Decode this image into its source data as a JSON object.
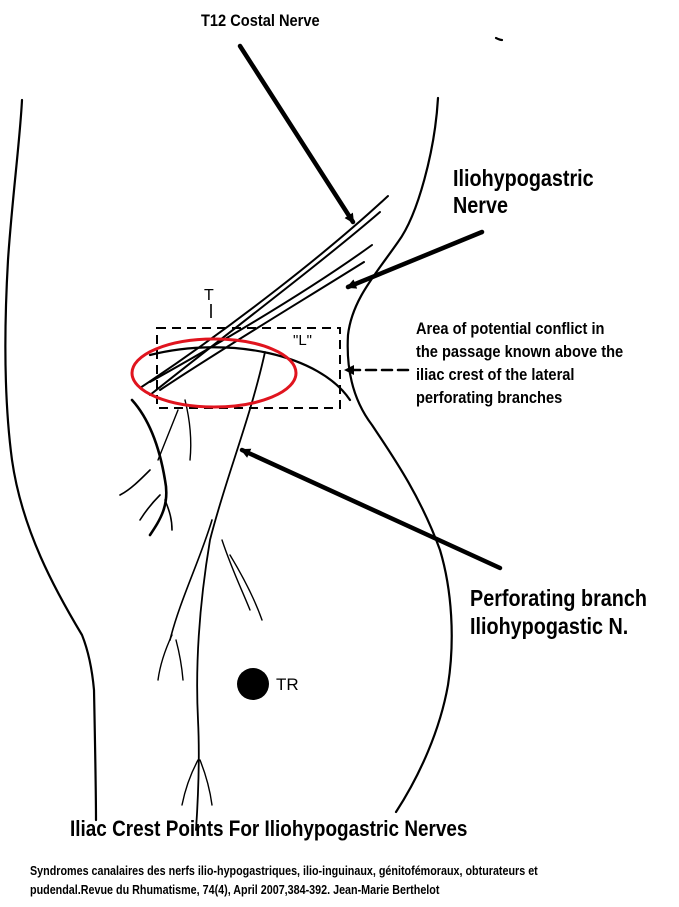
{
  "labels": {
    "t12": "T12 Costal Nerve",
    "iliohypogastric": [
      "Iliohypogastric",
      "Nerve"
    ],
    "conflict_area": [
      "Area of potential conflict in",
      "the passage known above the",
      "iliac crest of the lateral",
      "perforating branches"
    ],
    "perforating_branch": [
      "Perforating branch",
      "Iliohypogastic N."
    ],
    "marker_T": "T",
    "marker_L": "\"L\"",
    "marker_TR": "TR"
  },
  "caption": "Iliac Crest Points For Iliohypogastric Nerves",
  "citation": [
    "Syndromes canalaires des nerfs ilio-hypogastriques, ilio-inguinaux, génitofémoraux, obturateurs et",
    "pudendal.Revue du Rhumatisme, 74(4), April 2007,384-392. Jean-Marie Berthelot"
  ],
  "colors": {
    "ink": "#000000",
    "highlight_ellipse": "#e0141e",
    "background": "#ffffff"
  }
}
